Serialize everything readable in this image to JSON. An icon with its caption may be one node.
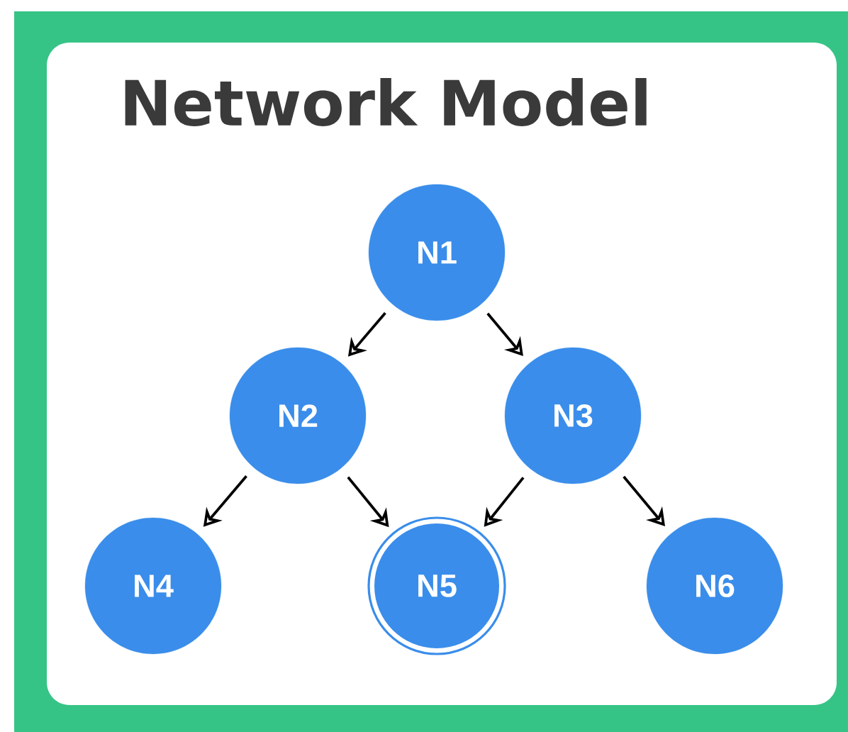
{
  "diagram": {
    "title": "Network Model",
    "nodes": [
      {
        "text": [
          "N1"
        ]
      },
      {
        "text": [
          "N2"
        ]
      },
      {
        "text": [
          "N3"
        ]
      },
      {
        "text": [
          "N4"
        ]
      },
      {
        "text": [
          "N5"
        ]
      },
      {
        "text": [
          "N6"
        ]
      }
    ],
    "edges": [
      {
        "from": 0,
        "to": 1,
        "arrow": "to"
      },
      {
        "from": 0,
        "to": 2,
        "arrow": "to"
      },
      {
        "from": 1,
        "to": 3,
        "arrow": "to"
      },
      {
        "from": 1,
        "to": 4,
        "arrow": "to"
      },
      {
        "from": 2,
        "to": 4,
        "arrow": "to"
      },
      {
        "from": 2,
        "to": 5,
        "arrow": "to"
      }
    ]
  }
}
